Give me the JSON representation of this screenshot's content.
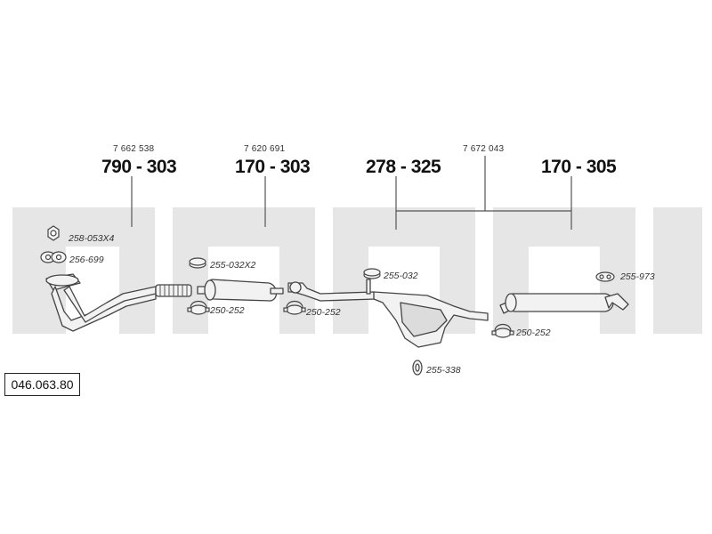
{
  "reference_number": "046.063.80",
  "oem_numbers": [
    {
      "text": "7 662 538"
    },
    {
      "text": "7 620 691"
    },
    {
      "text": "7 672 043"
    }
  ],
  "part_numbers": [
    {
      "text": "790 - 303"
    },
    {
      "text": "170 - 303"
    },
    {
      "text": "278 - 325"
    },
    {
      "text": "170 - 305"
    }
  ],
  "accessories": [
    {
      "text": "258-053X4",
      "icon": "nut-icon"
    },
    {
      "text": "256-699",
      "icon": "gasket-icon"
    },
    {
      "text": "255-032X2",
      "icon": "ring-icon"
    },
    {
      "text": "250-252",
      "icon": "clamp-icon"
    },
    {
      "text": "250-252",
      "icon": "clamp-icon"
    },
    {
      "text": "255-032",
      "icon": "ring-icon"
    },
    {
      "text": "255-338",
      "icon": "rubber-mount-icon"
    },
    {
      "text": "250-252",
      "icon": "clamp-icon"
    },
    {
      "text": "255-973",
      "icon": "hanger-icon"
    }
  ],
  "colors": {
    "watermark": "#e6e6e6",
    "line": "#444444",
    "pipe_fill": "#f2f2f2"
  }
}
